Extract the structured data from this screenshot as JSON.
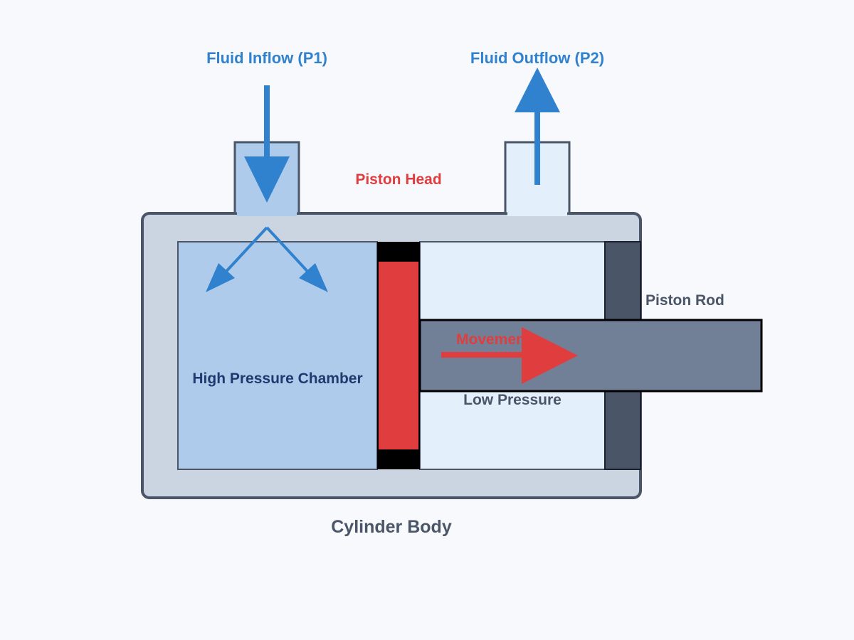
{
  "diagram": {
    "labels": {
      "inflow": "Fluid Inflow (P1)",
      "outflow": "Fluid Outflow (P2)",
      "piston_head": "Piston Head",
      "piston_rod": "Piston Rod",
      "high_pressure": "High Pressure Chamber",
      "low_pressure": "Low Pressure",
      "movement": "Movement",
      "cylinder_body": "Cylinder Body"
    },
    "colors": {
      "background": "#f7f9fc",
      "cylinder_body": "#cbd5e1",
      "outline": "#4a5568",
      "high_pressure_fluid": "#aecbeb",
      "low_pressure_fluid": "#e3f0fb",
      "piston_head": "#e03e3e",
      "piston_seal": "#000000",
      "piston_rod": "#718096",
      "rod_seal": "#4a5568",
      "flow_arrow": "#3182ce",
      "movement_arrow": "#e03e3e"
    }
  }
}
